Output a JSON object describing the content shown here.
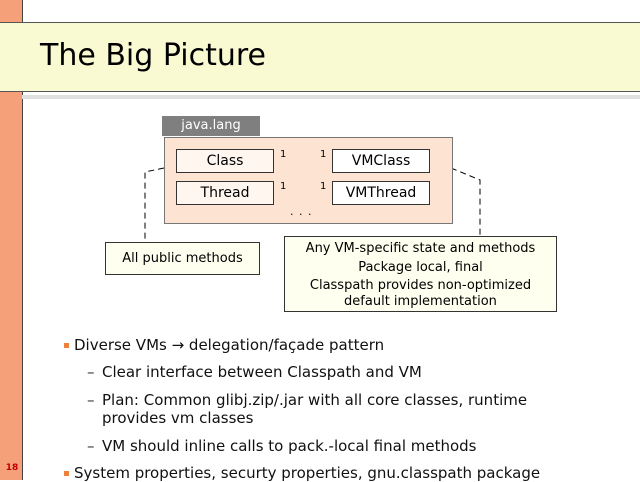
{
  "slide_number": "18",
  "title": "The Big Picture",
  "diagram": {
    "package_label": "java.lang",
    "classes": [
      {
        "left": "Class",
        "right": "VMClass",
        "left_mult": "1",
        "right_mult": "1"
      },
      {
        "left": "Thread",
        "right": "VMThread",
        "left_mult": "1",
        "right_mult": "1"
      }
    ],
    "ellipsis": ". . .",
    "note_public": "All public methods",
    "note_vm": [
      "Any VM-specific state and methods",
      "Package local, final",
      "Classpath provides non-optimized",
      "default implementation"
    ]
  },
  "bullets": [
    {
      "text": "Diverse VMs → delegation/façade pattern",
      "sub": [
        "Clear interface between Classpath and VM",
        "Plan: Common glibj.zip/.jar with all core classes, runtime provides vm classes",
        "VM should inline calls to pack.-local final methods"
      ]
    },
    {
      "text": "System properties, securty properties, gnu.classpath package",
      "sub": []
    }
  ],
  "colors": {
    "sidebar": "#f6a079",
    "title_bar": "#fafad2",
    "package_box": "#fde3d1",
    "package_tab": "#7f7f7f",
    "bullet": "#f08040",
    "slide_number": "#c00000"
  }
}
